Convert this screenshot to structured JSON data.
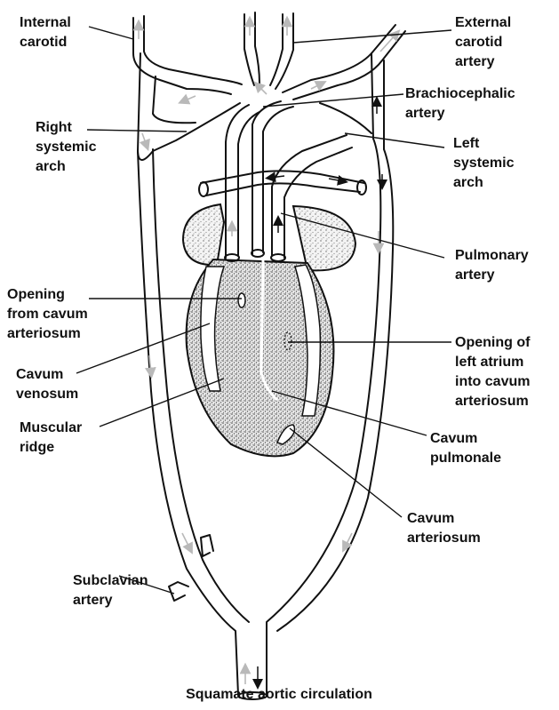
{
  "diagram": {
    "caption": "Squamate aortic circulation",
    "labels": {
      "internal_carotid": [
        "Internal",
        "carotid"
      ],
      "external_carotid": [
        "External",
        "carotid",
        "artery"
      ],
      "brachiocephalic": [
        "Brachiocephalic",
        "artery"
      ],
      "right_systemic": [
        "Right",
        "systemic",
        "arch"
      ],
      "left_systemic": [
        "Left",
        "systemic",
        "arch"
      ],
      "pulmonary": [
        "Pulmonary",
        "artery"
      ],
      "opening_cavum": [
        "Opening",
        "from cavum",
        "arteriosum"
      ],
      "opening_atrium": [
        "Opening of",
        "left atrium",
        "into cavum",
        "arteriosum"
      ],
      "cavum_venosum": [
        "Cavum",
        "venosum"
      ],
      "muscular_ridge": [
        "Muscular",
        "ridge"
      ],
      "cavum_pulmonale": [
        "Cavum",
        "pulmonale"
      ],
      "cavum_arteriosum": [
        "Cavum",
        "arteriosum"
      ],
      "subclavian": [
        "Subclavian",
        "artery"
      ]
    }
  }
}
